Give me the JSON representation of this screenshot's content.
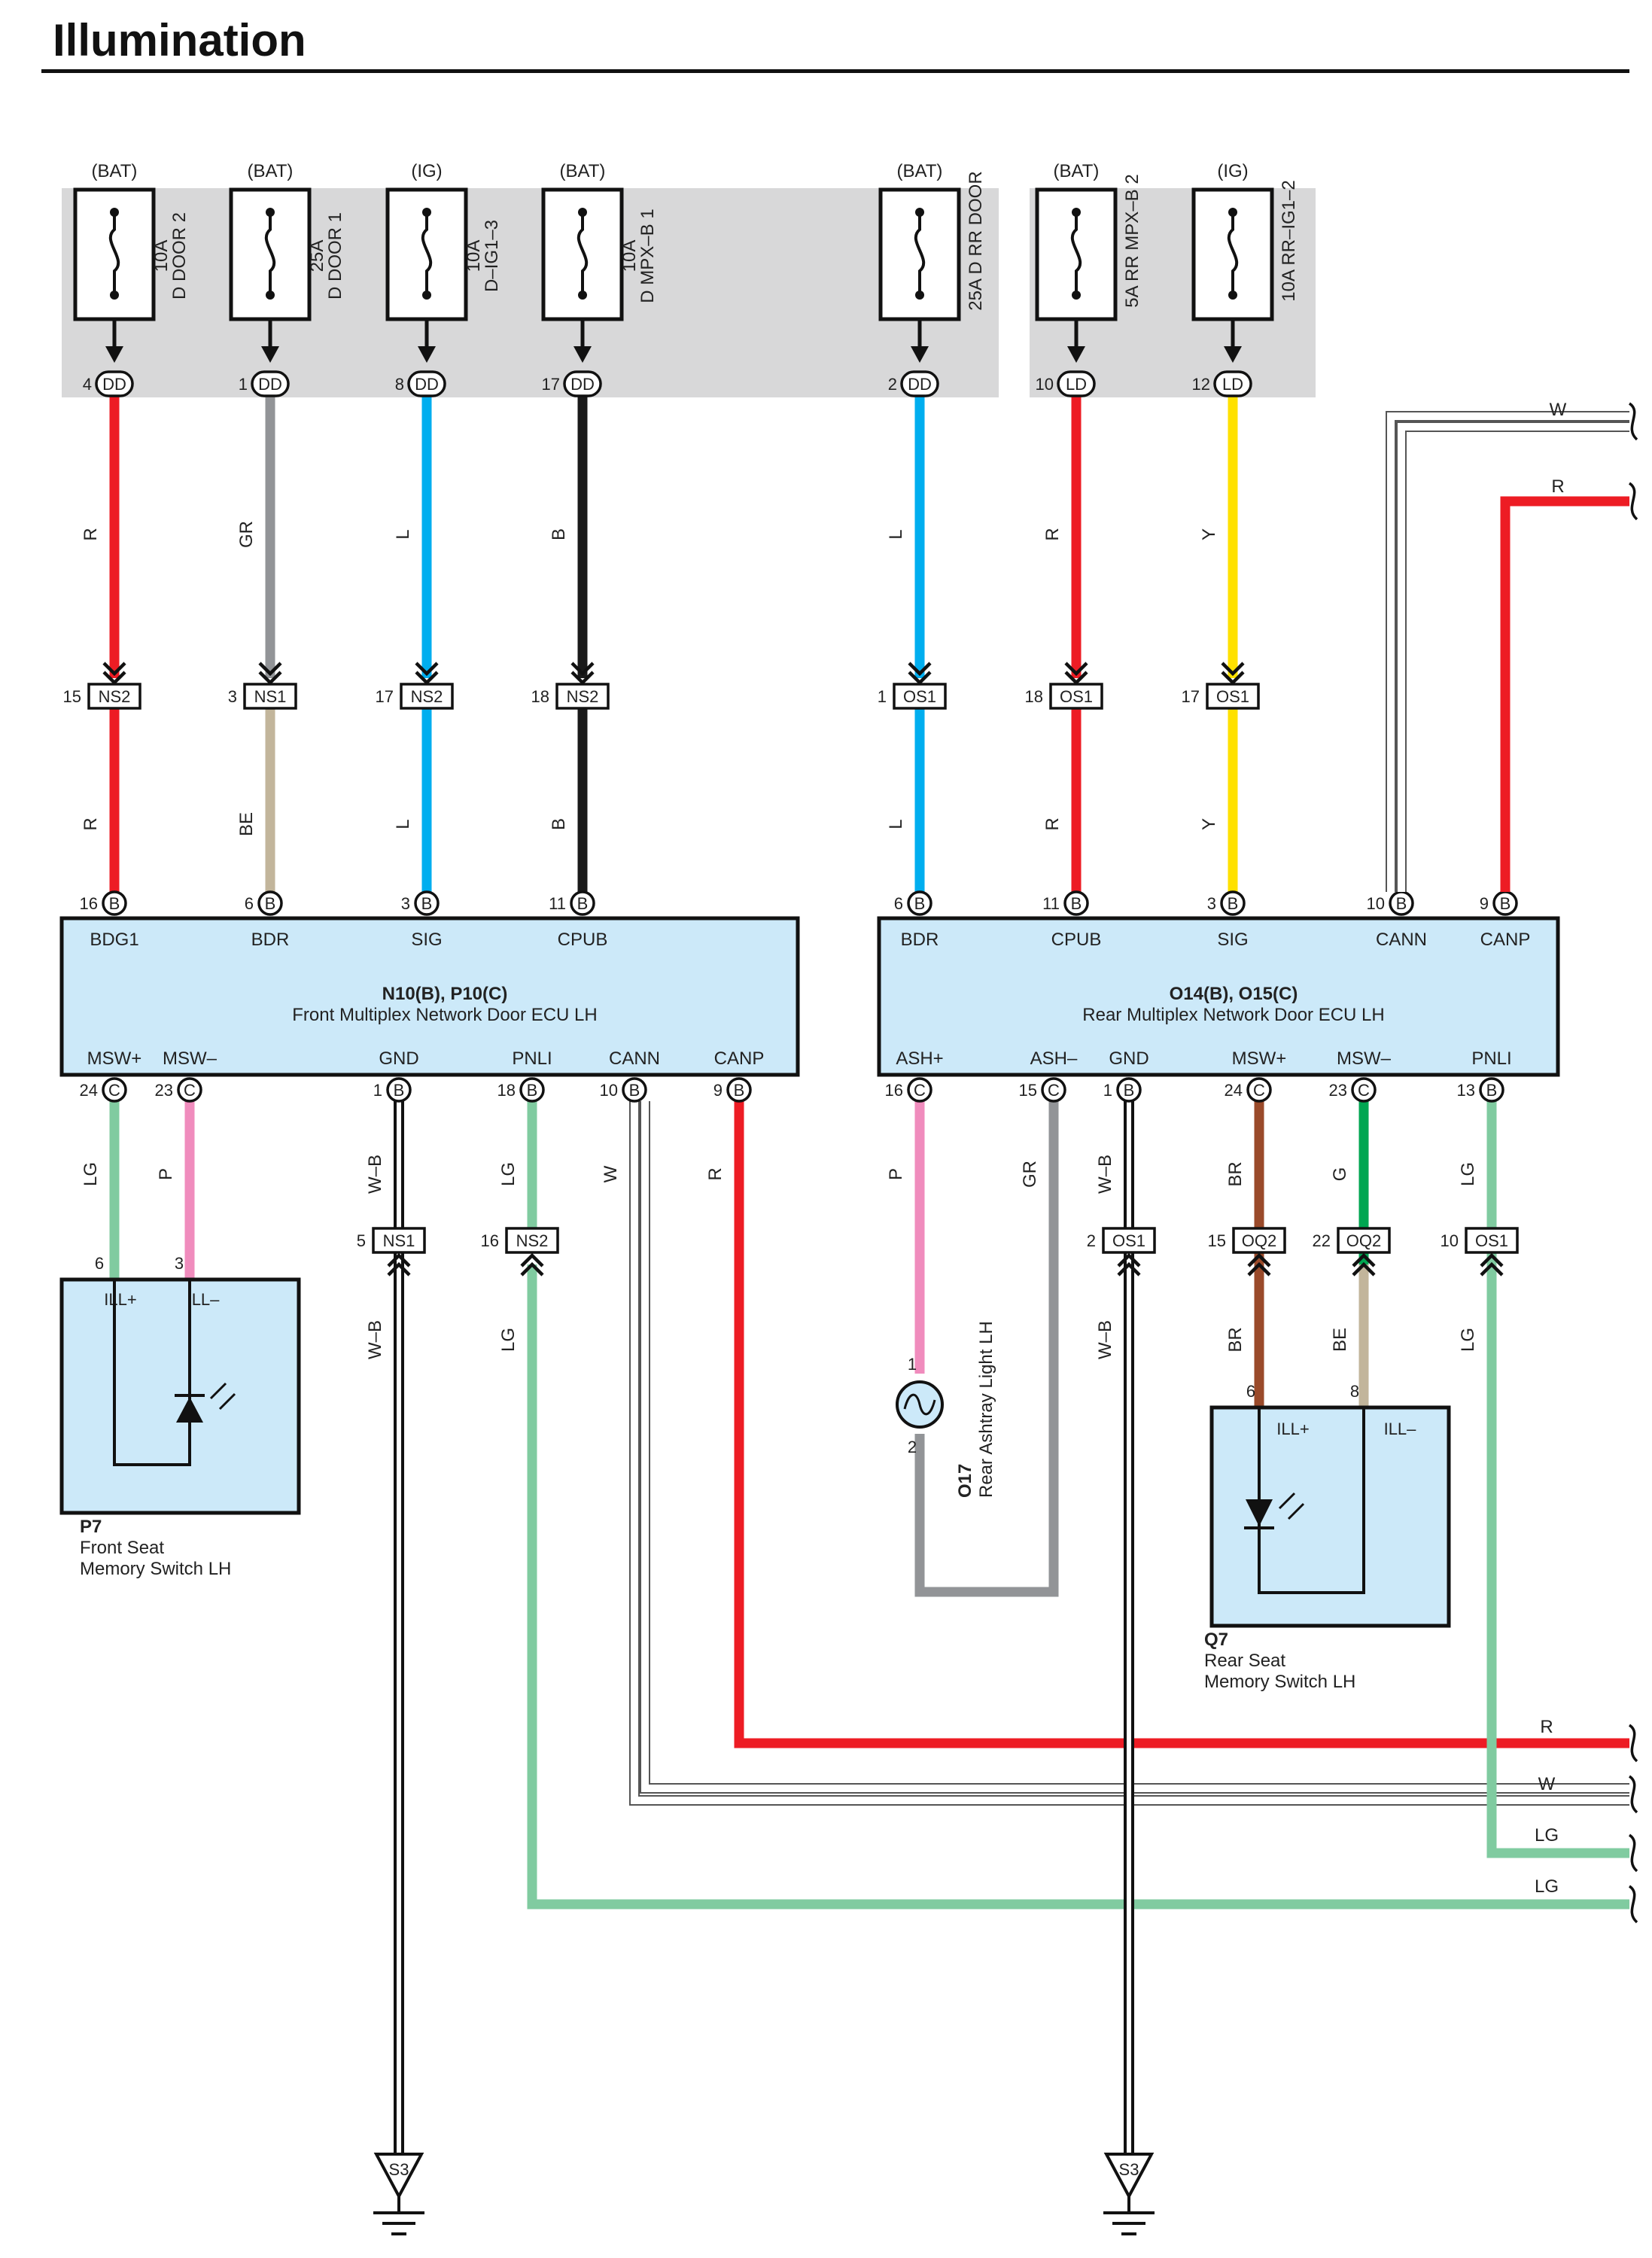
{
  "title": "Illumination",
  "colors": {
    "R": "#ed1c24",
    "GR": "#929497",
    "L": "#00aeef",
    "B": "#1a1a1a",
    "Y": "#ffe100",
    "BE": "#c2b59b",
    "LG": "#80cba0",
    "P": "#f08cbd",
    "BR": "#9a4a2a",
    "G": "#00a651",
    "W": "#ffffff",
    "ecu_fill": "#cce9f9",
    "fuse_box": "#d8d8d9"
  },
  "fuses": [
    {
      "supply": "(BAT)",
      "amp": "10A",
      "name": "D DOOR 2",
      "pin": "4",
      "conn": "DD"
    },
    {
      "supply": "(BAT)",
      "amp": "25A",
      "name": "D DOOR 1",
      "pin": "1",
      "conn": "DD"
    },
    {
      "supply": "(IG)",
      "amp": "10A",
      "name": "D–IG1–3",
      "pin": "8",
      "conn": "DD"
    },
    {
      "supply": "(BAT)",
      "amp": "10A",
      "name": "D MPX–B 1",
      "pin": "17",
      "conn": "DD"
    },
    {
      "supply": "(BAT)",
      "amp": "25A",
      "name": "D RR DOOR",
      "pin": "2",
      "conn": "DD"
    },
    {
      "supply": "(BAT)",
      "amp": "5A",
      "name": "RR MPX–B 2",
      "pin": "10",
      "conn": "LD"
    },
    {
      "supply": "(IG)",
      "amp": "10A",
      "name": "RR–IG1–2",
      "pin": "12",
      "conn": "LD"
    }
  ],
  "top_wires": [
    {
      "upper": "R",
      "lower": "R",
      "jpin": "15",
      "jconn": "NS2",
      "epin": "16",
      "econn": "B",
      "term": "BDG1"
    },
    {
      "upper": "GR",
      "lower": "BE",
      "jpin": "3",
      "jconn": "NS1",
      "epin": "6",
      "econn": "B",
      "term": "BDR"
    },
    {
      "upper": "L",
      "lower": "L",
      "jpin": "17",
      "jconn": "NS2",
      "epin": "3",
      "econn": "B",
      "term": "SIG"
    },
    {
      "upper": "B",
      "lower": "B",
      "jpin": "18",
      "jconn": "NS2",
      "epin": "11",
      "econn": "B",
      "term": "CPUB"
    },
    {
      "upper": "L",
      "lower": "L",
      "jpin": "1",
      "jconn": "OS1",
      "epin": "6",
      "econn": "B",
      "term": "BDR"
    },
    {
      "upper": "R",
      "lower": "R",
      "jpin": "18",
      "jconn": "OS1",
      "epin": "11",
      "econn": "B",
      "term": "CPUB"
    },
    {
      "upper": "Y",
      "lower": "Y",
      "jpin": "17",
      "jconn": "OS1",
      "epin": "3",
      "econn": "B",
      "term": "SIG"
    }
  ],
  "ecu_front": {
    "code": "N10(B), P10(C)",
    "name": "Front Multiplex Network Door ECU LH",
    "top_extra": [],
    "bottom": [
      {
        "term": "MSW+",
        "pin": "24",
        "conn": "C",
        "color": "LG"
      },
      {
        "term": "MSW–",
        "pin": "23",
        "conn": "C",
        "color": "P"
      },
      {
        "term": "GND",
        "pin": "1",
        "conn": "B",
        "color": "W–B"
      },
      {
        "term": "PNLI",
        "pin": "18",
        "conn": "B",
        "color": "LG"
      },
      {
        "term": "CANN",
        "pin": "10",
        "conn": "B",
        "color": "W"
      },
      {
        "term": "CANP",
        "pin": "9",
        "conn": "B",
        "color": "R"
      }
    ]
  },
  "ecu_rear": {
    "code": "O14(B), O15(C)",
    "name": "Rear Multiplex Network Door ECU LH",
    "top_extra": [
      {
        "term": "CANN",
        "pin": "10",
        "conn": "B",
        "color": "W"
      },
      {
        "term": "CANP",
        "pin": "9",
        "conn": "B",
        "color": "R"
      }
    ],
    "bottom": [
      {
        "term": "ASH+",
        "pin": "16",
        "conn": "C",
        "color": "P"
      },
      {
        "term": "ASH–",
        "pin": "15",
        "conn": "C",
        "color": "GR"
      },
      {
        "term": "GND",
        "pin": "1",
        "conn": "B",
        "color": "W–B"
      },
      {
        "term": "MSW+",
        "pin": "24",
        "conn": "C",
        "color": "BR"
      },
      {
        "term": "MSW–",
        "pin": "23",
        "conn": "C",
        "color": "G"
      },
      {
        "term": "PNLI",
        "pin": "13",
        "conn": "B",
        "color": "LG"
      }
    ]
  },
  "lower_junctions": [
    {
      "pin": "5",
      "conn": "NS1",
      "color": "W–B"
    },
    {
      "pin": "16",
      "conn": "NS2",
      "color": "LG"
    },
    {
      "pin": "2",
      "conn": "OS1",
      "color": "W–B"
    },
    {
      "pin": "15",
      "conn": "OQ2",
      "color": "BR"
    },
    {
      "pin": "22",
      "conn": "OQ2",
      "color": "BE"
    },
    {
      "pin": "10",
      "conn": "OS1",
      "color": "LG"
    }
  ],
  "switch_front": {
    "code": "P7",
    "line1": "Front Seat",
    "line2": "Memory Switch LH",
    "pin_plus": "6",
    "pin_minus": "3",
    "ill_plus": "ILL+",
    "ill_minus": "ILL–"
  },
  "switch_rear": {
    "code": "Q7",
    "line1": "Rear Seat",
    "line2": "Memory Switch LH",
    "pin_plus": "6",
    "pin_minus": "8",
    "ill_plus": "ILL+",
    "ill_minus": "ILL–"
  },
  "ashtray": {
    "code": "O17",
    "name": "Rear Ashtray Light LH",
    "pin_top": "1",
    "pin_bottom": "2"
  },
  "grounds": [
    "S3",
    "S3"
  ],
  "exits": [
    "W",
    "R",
    "R",
    "W",
    "LG",
    "LG"
  ]
}
